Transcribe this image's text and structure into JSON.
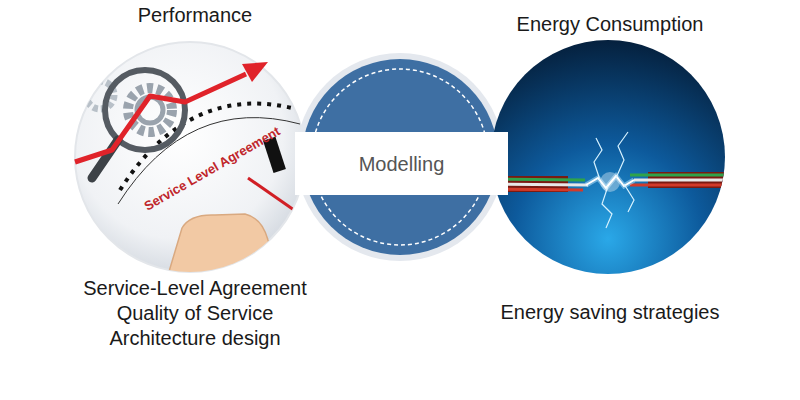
{
  "diagram": {
    "nodes": [
      {
        "text": [
          "Performance",
          "Service-Level Agreement",
          "Quality of Service",
          "Architecture design"
        ]
      },
      {
        "text": [
          "Modelling"
        ]
      },
      {
        "text": [
          "Energy Consumption",
          "Energy saving strategies"
        ]
      }
    ],
    "labels": [
      "Service Level Agreement"
    ]
  }
}
